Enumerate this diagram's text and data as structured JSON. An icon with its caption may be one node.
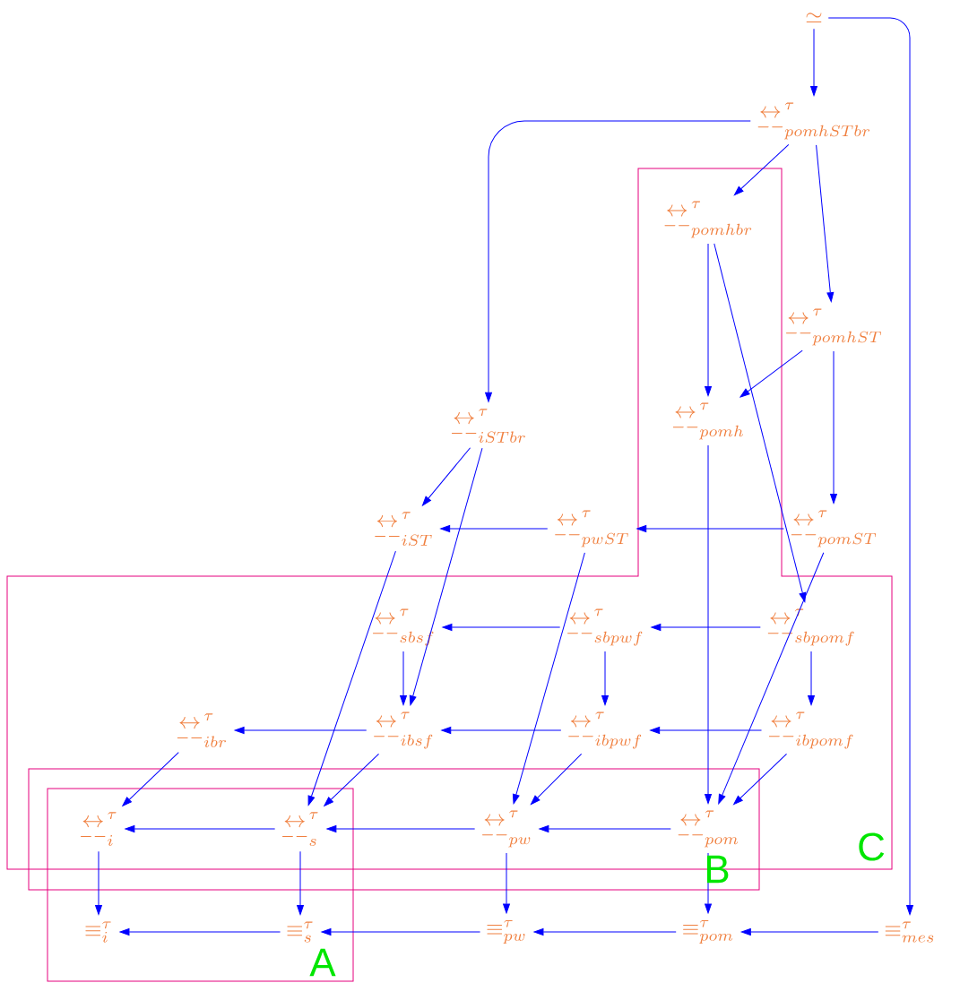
{
  "diagram": {
    "nodes": [
      {
        "text": [
          "\\simeq"
        ]
      },
      {
        "text": [
          "\\underset{--}{\\leftrightarrow}^{\\tau}_{pomhSTbr}"
        ]
      },
      {
        "text": [
          "\\underset{--}{\\leftrightarrow}^{\\tau}_{pomhbr}"
        ]
      },
      {
        "text": [
          "\\underset{--}{\\leftrightarrow}^{\\tau}_{pomhST}"
        ]
      },
      {
        "text": [
          "\\underset{--}{\\leftrightarrow}^{\\tau}_{iSTbr}"
        ]
      },
      {
        "text": [
          "\\underset{--}{\\leftrightarrow}^{\\tau}_{pomh}"
        ]
      },
      {
        "text": [
          "\\underset{--}{\\leftrightarrow}^{\\tau}_{iST}"
        ]
      },
      {
        "text": [
          "\\underset{--}{\\leftrightarrow}^{\\tau}_{pwST}"
        ]
      },
      {
        "text": [
          "\\underset{--}{\\leftrightarrow}^{\\tau}_{pomST}"
        ]
      },
      {
        "text": [
          "\\underset{--}{\\leftrightarrow}^{\\tau}_{sbsf}"
        ]
      },
      {
        "text": [
          "\\underset{--}{\\leftrightarrow}^{\\tau}_{sbpwf}"
        ]
      },
      {
        "text": [
          "\\underset{--}{\\leftrightarrow}^{\\tau}_{sbpomf}"
        ]
      },
      {
        "text": [
          "\\underset{--}{\\leftrightarrow}^{\\tau}_{ibr}"
        ]
      },
      {
        "text": [
          "\\underset{--}{\\leftrightarrow}^{\\tau}_{ibsf}"
        ]
      },
      {
        "text": [
          "\\underset{--}{\\leftrightarrow}^{\\tau}_{ibpwf}"
        ]
      },
      {
        "text": [
          "\\underset{--}{\\leftrightarrow}^{\\tau}_{ibpomf}"
        ]
      },
      {
        "text": [
          "\\underset{--}{\\leftrightarrow}^{\\tau}_{i}"
        ]
      },
      {
        "text": [
          "\\underset{--}{\\leftrightarrow}^{\\tau}_{s}"
        ]
      },
      {
        "text": [
          "\\underset{--}{\\leftrightarrow}^{\\tau}_{pw}"
        ]
      },
      {
        "text": [
          "\\underset{--}{\\leftrightarrow}^{\\tau}_{pom}"
        ]
      },
      {
        "text": [
          "\\equiv^{\\tau}_{i}"
        ]
      },
      {
        "text": [
          "\\equiv^{\\tau}_{s}"
        ]
      },
      {
        "text": [
          "\\equiv^{\\tau}_{pw}"
        ]
      },
      {
        "text": [
          "\\equiv^{\\tau}_{pom}"
        ]
      },
      {
        "text": [
          "\\equiv^{\\tau}_{mes}"
        ]
      }
    ],
    "edges": [
      {
        "from": 0,
        "to": 1,
        "arrow": "to"
      },
      {
        "from": 0,
        "to": 24,
        "arrow": "to"
      },
      {
        "from": 1,
        "to": 2,
        "arrow": "to"
      },
      {
        "from": 1,
        "to": 3,
        "arrow": "to"
      },
      {
        "from": 1,
        "to": 4,
        "arrow": "to"
      },
      {
        "from": 2,
        "to": 5,
        "arrow": "to"
      },
      {
        "from": 2,
        "to": 11,
        "arrow": "to"
      },
      {
        "from": 3,
        "to": 5,
        "arrow": "to"
      },
      {
        "from": 3,
        "to": 8,
        "arrow": "to"
      },
      {
        "from": 4,
        "to": 6,
        "arrow": "to"
      },
      {
        "from": 4,
        "to": 13,
        "arrow": "to"
      },
      {
        "from": 5,
        "to": 19,
        "arrow": "to"
      },
      {
        "from": 7,
        "to": 6,
        "arrow": "to"
      },
      {
        "from": 8,
        "to": 7,
        "arrow": "to"
      },
      {
        "from": 6,
        "to": 17,
        "arrow": "to"
      },
      {
        "from": 7,
        "to": 18,
        "arrow": "to"
      },
      {
        "from": 8,
        "to": 19,
        "arrow": "to"
      },
      {
        "from": 10,
        "to": 9,
        "arrow": "to"
      },
      {
        "from": 11,
        "to": 10,
        "arrow": "to"
      },
      {
        "from": 9,
        "to": 13,
        "arrow": "to"
      },
      {
        "from": 10,
        "to": 14,
        "arrow": "to"
      },
      {
        "from": 11,
        "to": 15,
        "arrow": "to"
      },
      {
        "from": 13,
        "to": 12,
        "arrow": "to"
      },
      {
        "from": 14,
        "to": 13,
        "arrow": "to"
      },
      {
        "from": 15,
        "to": 14,
        "arrow": "to"
      },
      {
        "from": 12,
        "to": 16,
        "arrow": "to"
      },
      {
        "from": 13,
        "to": 17,
        "arrow": "to"
      },
      {
        "from": 14,
        "to": 18,
        "arrow": "to"
      },
      {
        "from": 15,
        "to": 19,
        "arrow": "to"
      },
      {
        "from": 17,
        "to": 16,
        "arrow": "to"
      },
      {
        "from": 18,
        "to": 17,
        "arrow": "to"
      },
      {
        "from": 19,
        "to": 18,
        "arrow": "to"
      },
      {
        "from": 16,
        "to": 20,
        "arrow": "to"
      },
      {
        "from": 17,
        "to": 21,
        "arrow": "to"
      },
      {
        "from": 18,
        "to": 22,
        "arrow": "to"
      },
      {
        "from": 19,
        "to": 23,
        "arrow": "to"
      },
      {
        "from": 21,
        "to": 20,
        "arrow": "to"
      },
      {
        "from": 22,
        "to": 21,
        "arrow": "to"
      },
      {
        "from": 23,
        "to": 22,
        "arrow": "to"
      },
      {
        "from": 24,
        "to": 23,
        "arrow": "to"
      }
    ],
    "labels": [
      "C",
      "B",
      "A"
    ]
  }
}
